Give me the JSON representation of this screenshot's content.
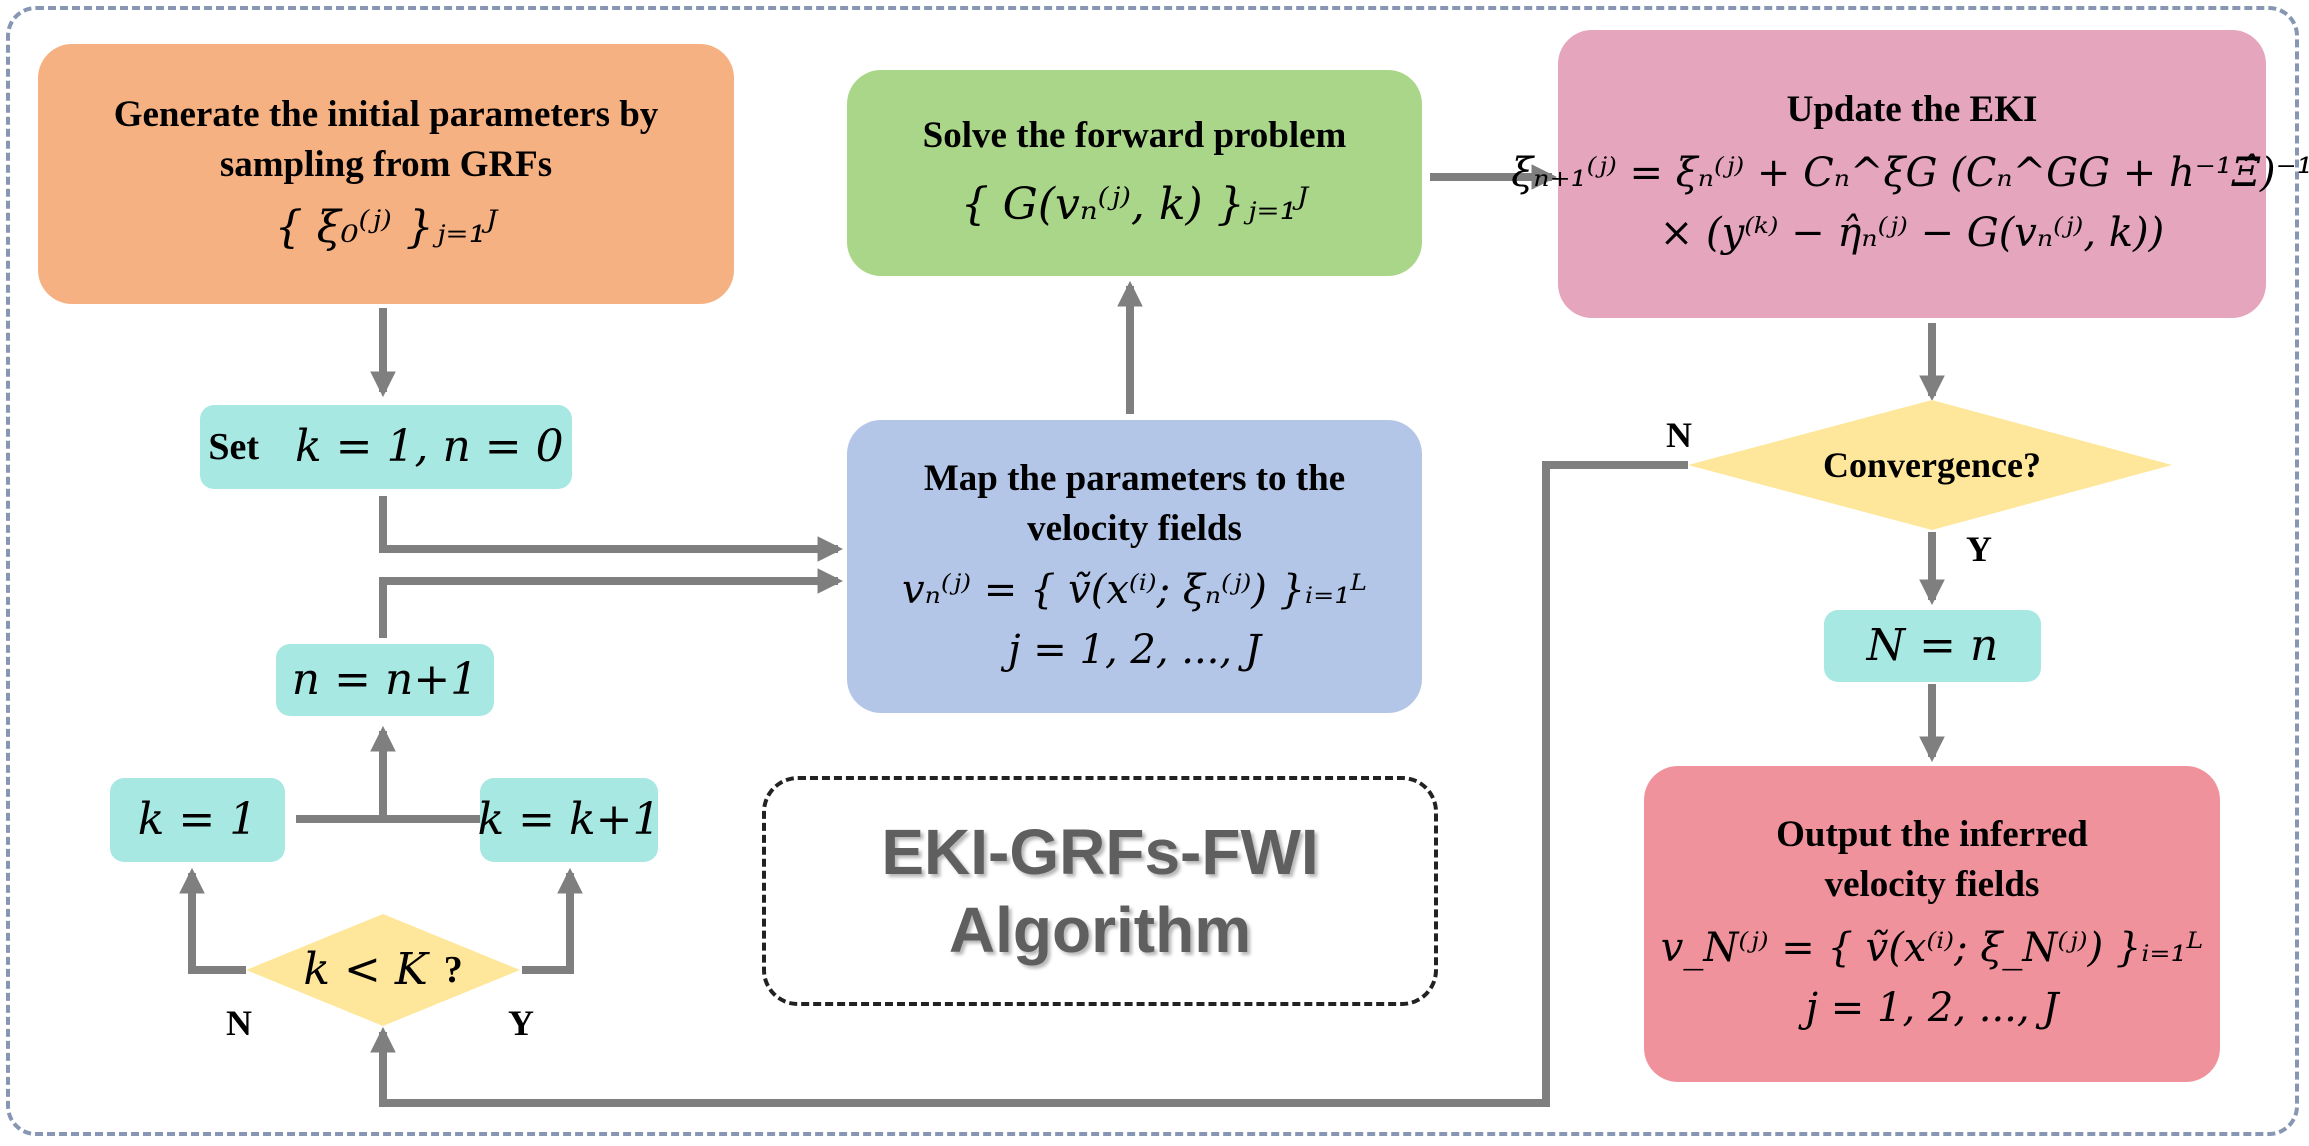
{
  "colors": {
    "orange": "#f6b183",
    "green": "#aad68a",
    "pink": "#e4a5bd",
    "blue": "#b4c6e8",
    "teal": "#a8e8e3",
    "yellow": "#fee79a",
    "red": "#ef929c",
    "arrow": "#7f7f7f",
    "frame": "#8797b3"
  },
  "generate": {
    "title_line1": "Generate the initial parameters by",
    "title_line2": "sampling from GRFs",
    "formula": "{ ξ₀⁽ʲ⁾ }ⱼ₌₁ᴶ"
  },
  "solve": {
    "title": "Solve the forward problem",
    "formula": "{ G(vₙ⁽ʲ⁾, k) }ⱼ₌₁ᴶ"
  },
  "update": {
    "title": "Update the EKI",
    "formula_line1": "ξₙ₊₁⁽ʲ⁾ = ξₙ⁽ʲ⁾ + Cₙ^ξG (Cₙ^GG + h⁻¹Ξ̂)⁻¹",
    "formula_line2": "× (y⁽ᵏ⁾ − η̂ₙ⁽ʲ⁾ − G(vₙ⁽ʲ⁾, k))"
  },
  "set": {
    "label": "Set",
    "formula": "k = 1,  n = 0"
  },
  "map": {
    "title_line1": "Map the parameters  to the",
    "title_line2": "velocity fields",
    "formula": "vₙ⁽ʲ⁾ = { ṽ(x⁽ⁱ⁾; ξₙ⁽ʲ⁾) }ᵢ₌₁ᴸ",
    "index_line": "j = 1, 2, ..., J"
  },
  "convergence": {
    "label": "Convergence?",
    "no": "N",
    "yes": "Y"
  },
  "n_eq": {
    "formula": "N = n"
  },
  "n_inc": {
    "formula": "n = n+1"
  },
  "k_reset": {
    "formula": "k = 1"
  },
  "k_inc": {
    "formula": "k = k+1"
  },
  "k_check": {
    "formula": "k < K",
    "suffix": "?",
    "no": "N",
    "yes": "Y"
  },
  "algorithm": {
    "line1": "EKI-GRFs-FWI",
    "line2": "Algorithm"
  },
  "output": {
    "title_line1": "Output the inferred",
    "title_line2": "velocity fields",
    "formula": "v_N⁽ʲ⁾ = { ṽ(x⁽ⁱ⁾; ξ_N⁽ʲ⁾) }ᵢ₌₁ᴸ",
    "index_line": "j = 1, 2, ..., J"
  }
}
